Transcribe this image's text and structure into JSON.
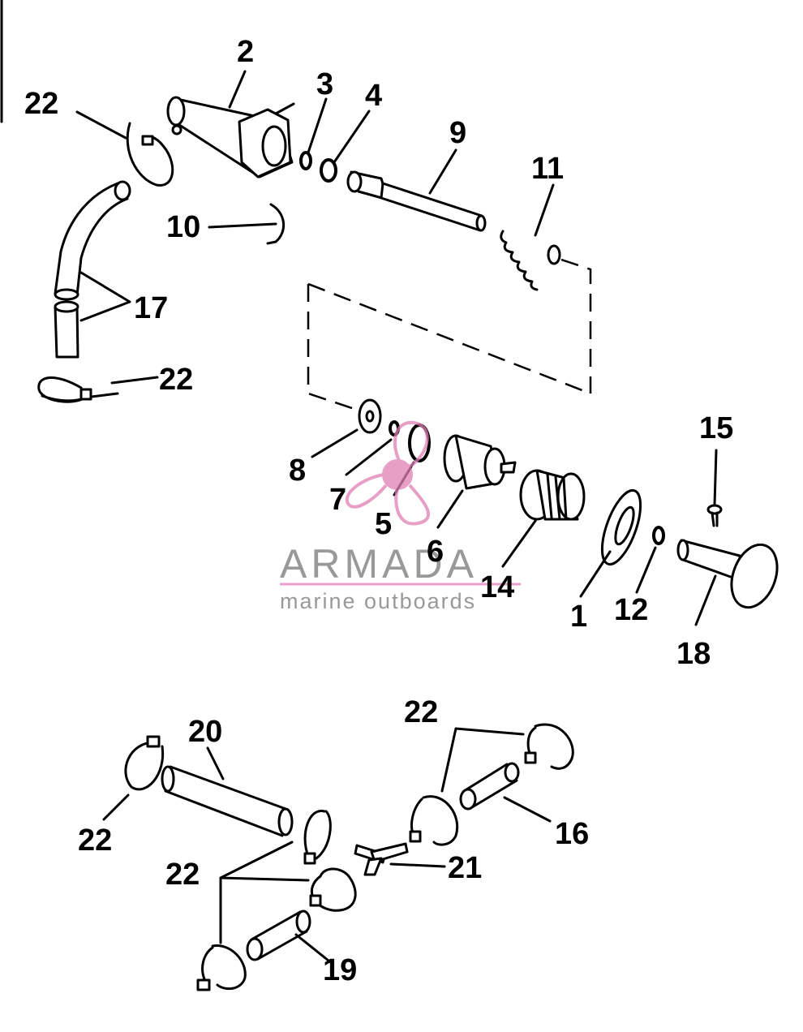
{
  "labels": {
    "l2": "2",
    "l3": "3",
    "l4": "4",
    "l9": "9",
    "l11": "11",
    "l22a": "22",
    "l10": "10",
    "l17": "17",
    "l22b": "22",
    "l8": "8",
    "l7": "7",
    "l5": "5",
    "l6": "6",
    "l14": "14",
    "l1": "1",
    "l12": "12",
    "l15": "15",
    "l18": "18",
    "l20": "20",
    "l22c": "22",
    "l22d": "22",
    "l22e": "22",
    "l16": "16",
    "l21": "21",
    "l19": "19"
  },
  "watermark": {
    "brand": "ARMADA",
    "tagline": "marine outboards",
    "colors": {
      "text": "#777777",
      "accent": "#e07fb4"
    }
  }
}
